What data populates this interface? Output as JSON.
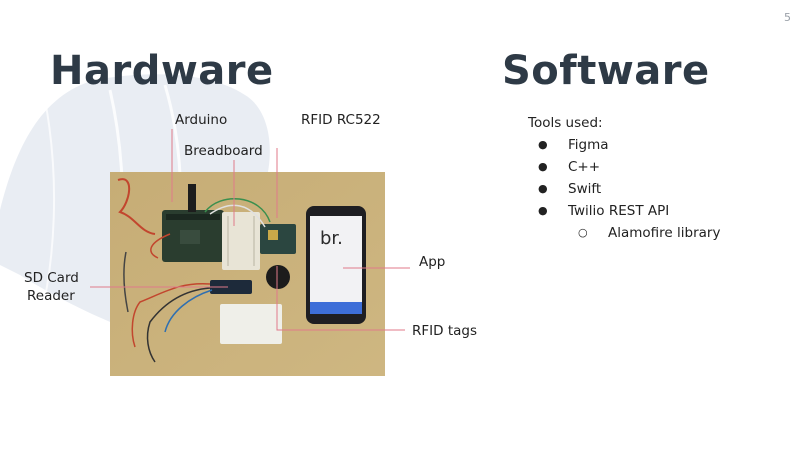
{
  "slide": {
    "page_number": "5"
  },
  "hardware": {
    "title": "Hardware",
    "labels": {
      "arduino": "Arduino",
      "rfid_reader": "RFID RC522",
      "breadboard": "Breadboard",
      "sd_card_line1": "SD Card",
      "sd_card_line2": "Reader",
      "app": "App",
      "rfid_tags": "RFID tags"
    },
    "phone_screen_text": "br."
  },
  "software": {
    "title": "Software",
    "tools_label": "Tools used:",
    "tools": [
      "Figma",
      "C++",
      "Swift",
      "Twilio REST API"
    ],
    "sub_tools": [
      "Alamofire library"
    ]
  },
  "colors": {
    "heading": "#2e3a46",
    "leader_line": "#e07a8a",
    "blob": "#e9edf3",
    "photo_bg": "#cbb37d"
  }
}
